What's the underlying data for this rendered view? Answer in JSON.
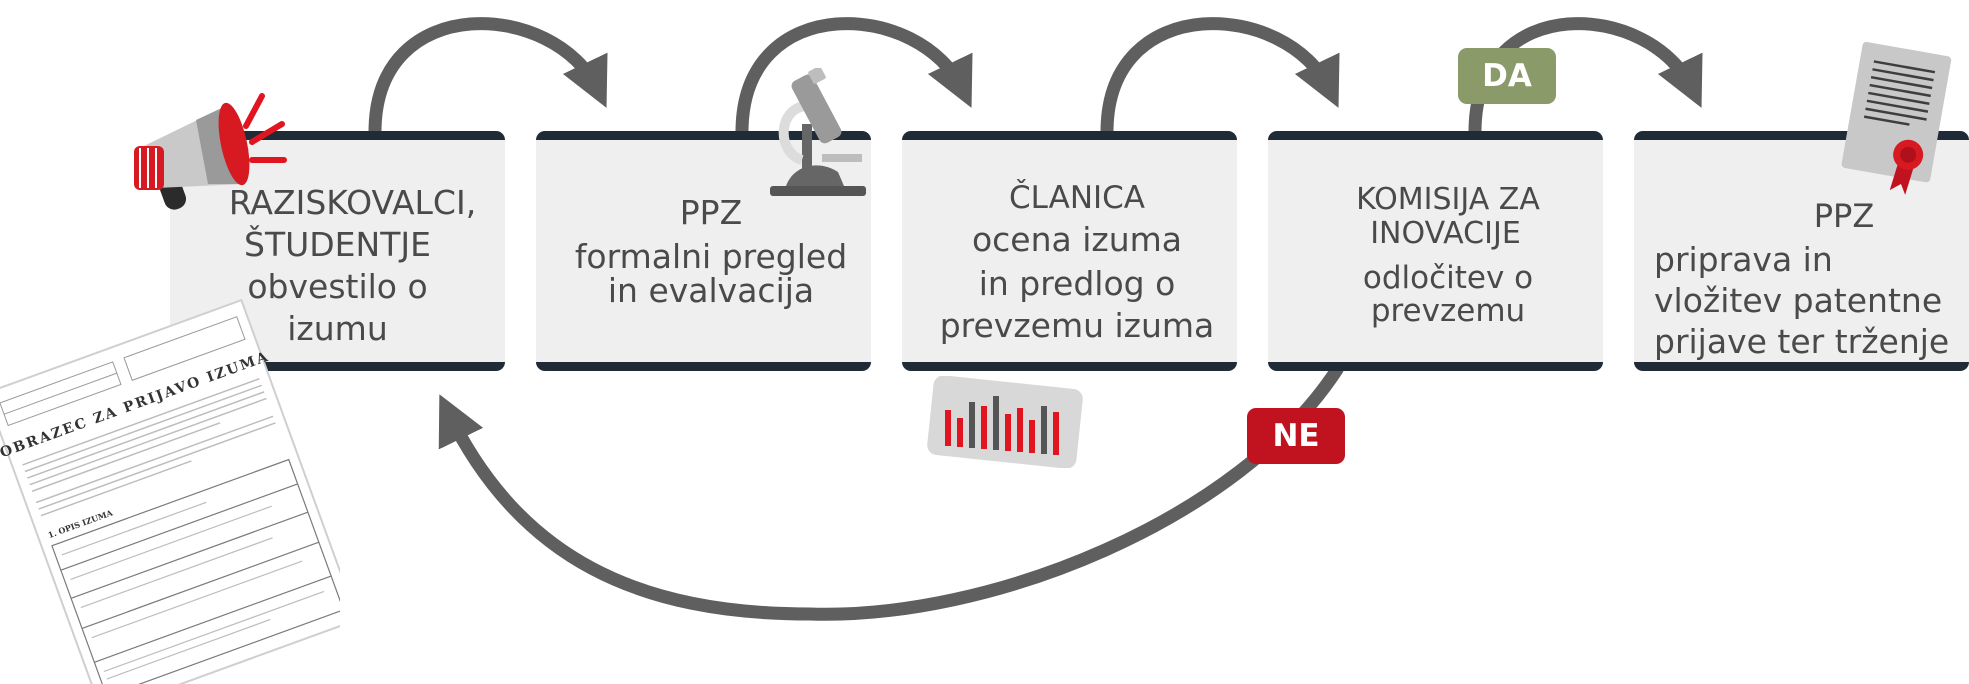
{
  "steps": [
    {
      "title": "RAZISKOVALCI,",
      "title2": "ŠTUDENTJE",
      "desc1": "obvestilo o",
      "desc2": "izumu"
    },
    {
      "title": "PPZ",
      "desc1": "formalni pregled",
      "desc2": "in evalvacija"
    },
    {
      "title": "ČLANICA",
      "desc1": "ocena izuma",
      "desc2": "in predlog o",
      "desc3": "prevzemu izuma"
    },
    {
      "title": "KOMISIJA  ZA",
      "title2": "INOVACIJE",
      "desc1": "odločitev o",
      "desc2": "prevzemu"
    },
    {
      "title": "PPZ",
      "desc1": "priprava in",
      "desc2": "vložitev patentne",
      "desc3": "prijave ter trženje"
    }
  ],
  "decisions": {
    "yes": "DA",
    "no": "NE"
  },
  "form_doc": {
    "heading": "OBRAZEC ZA PRIJAVO IZUMA",
    "section": "1. OPIS IZUMA"
  },
  "colors": {
    "arrow": "#5f5f5f",
    "box_fill": "#efefef",
    "box_border": "#1f2b36",
    "text": "#4a4a4a",
    "accent_red": "#c0131f",
    "yes_badge": "#8a9a68",
    "no_badge": "#c0131f"
  },
  "icons": [
    "megaphone-icon",
    "microscope-icon",
    "bar-chart-icon",
    "certificate-icon",
    "form-document-icon"
  ]
}
